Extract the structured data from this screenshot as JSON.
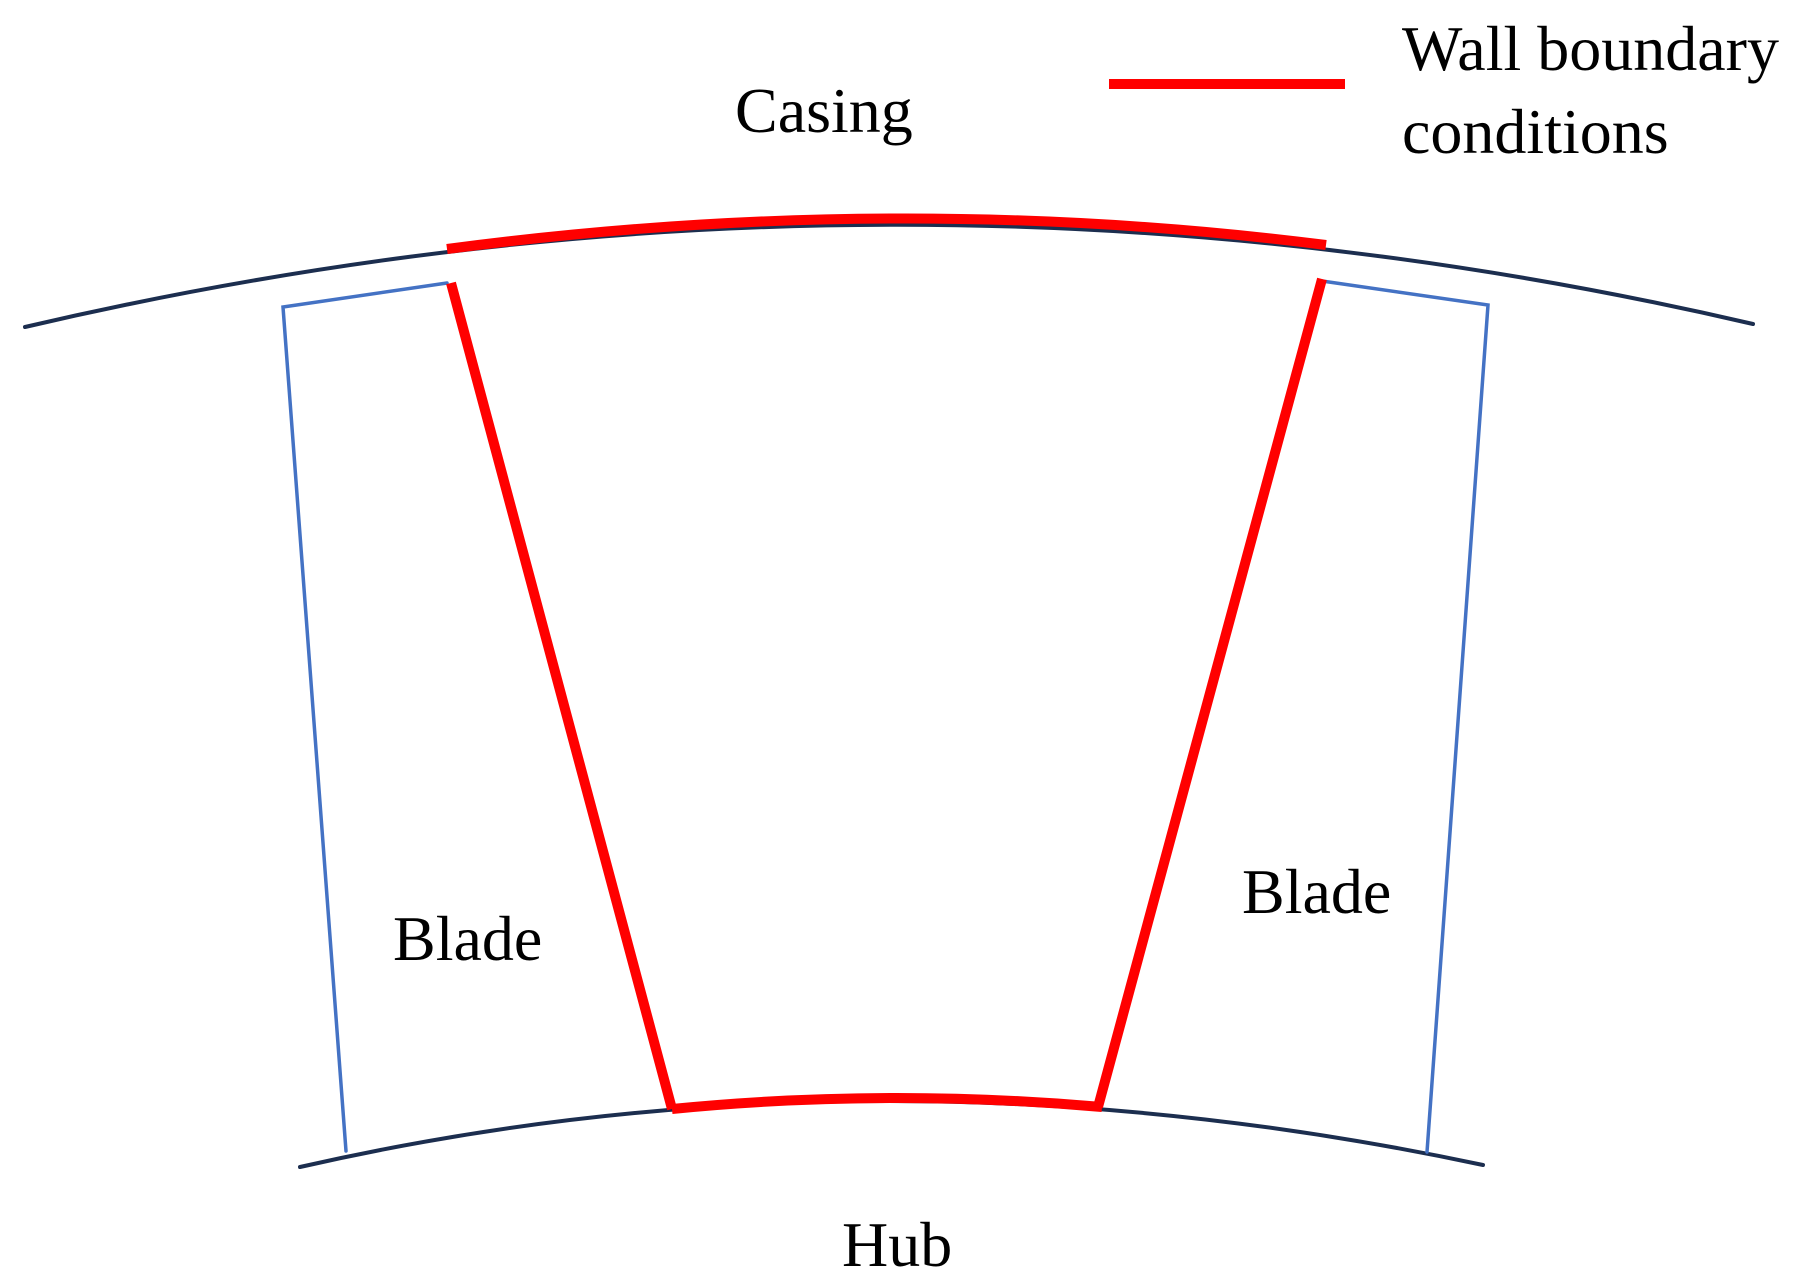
{
  "labels": {
    "casing": "Casing",
    "hub": "Hub",
    "blade_left": "Blade",
    "blade_right": "Blade"
  },
  "legend": {
    "line1": "Wall boundary",
    "line2": "conditions",
    "color": "#ff0000"
  },
  "colors": {
    "wall": "#ff0000",
    "casing_hub": "#1c2e4f",
    "blade_outline": "#4472c4"
  }
}
